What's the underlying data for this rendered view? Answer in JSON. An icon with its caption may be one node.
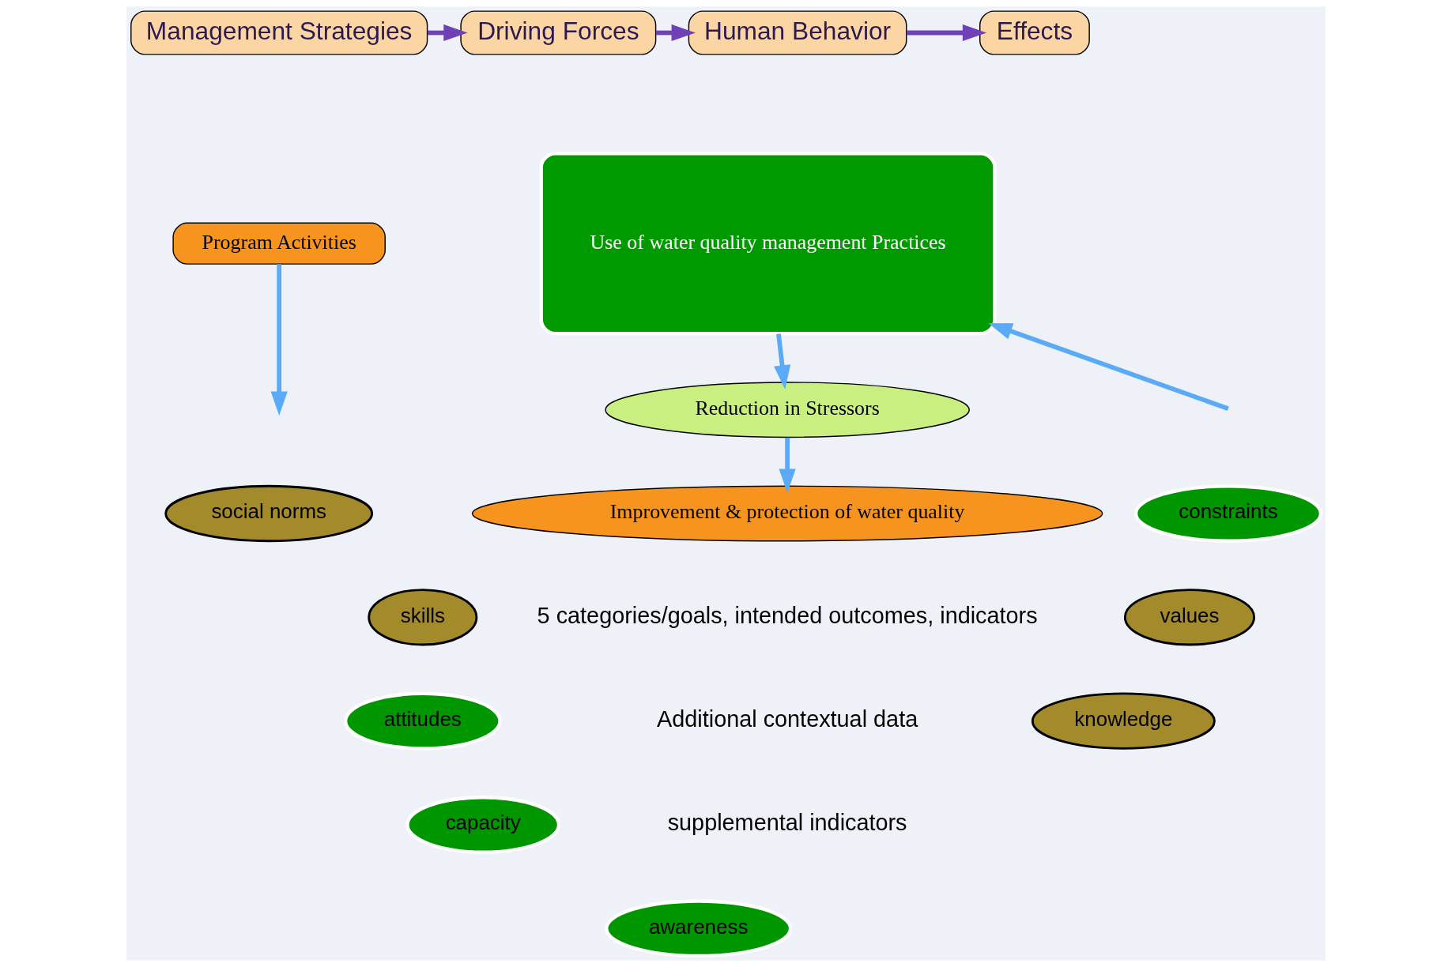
{
  "diagram": {
    "nodes": [
      {
        "text": [
          "Management Strategies"
        ]
      },
      {
        "text": [
          "Driving Forces"
        ]
      },
      {
        "text": [
          "Human Behavior"
        ]
      },
      {
        "text": [
          "Effects"
        ]
      },
      {
        "text": [
          "Reduction in Stressors"
        ]
      },
      {
        "text": [
          "Program Activities"
        ]
      },
      {
        "text": [
          "Use of water quality management Practices"
        ]
      },
      {
        "text": [
          "Improvement & protection of water quality"
        ]
      },
      {
        "text": [
          "social norms"
        ]
      },
      {
        "text": [
          "skills"
        ]
      },
      {
        "text": [
          "constraints"
        ]
      },
      {
        "text": [
          "values"
        ]
      },
      {
        "text": [
          "attitudes"
        ]
      },
      {
        "text": [
          "knowledge"
        ]
      },
      {
        "text": [
          "capacity"
        ]
      },
      {
        "text": [
          "awareness"
        ]
      }
    ],
    "edges": [
      {
        "from": 0,
        "to": 1,
        "arrow": "to",
        "color": "#7040b8"
      },
      {
        "from": 1,
        "to": 2,
        "arrow": "to",
        "color": "#7040b8"
      },
      {
        "from": 2,
        "to": 3,
        "arrow": "to",
        "color": "#7040b8"
      },
      {
        "from": 5,
        "to": null,
        "arrow": "to"
      },
      {
        "from": null,
        "to": 6,
        "arrow": "to"
      },
      {
        "from": 6,
        "to": 4,
        "arrow": "to"
      },
      {
        "from": 4,
        "to": 7,
        "arrow": "to"
      }
    ],
    "labels": [
      "5 categories/goals, intended outcomes, indicators",
      "Additional contextual data",
      "supplemental indicators"
    ]
  }
}
